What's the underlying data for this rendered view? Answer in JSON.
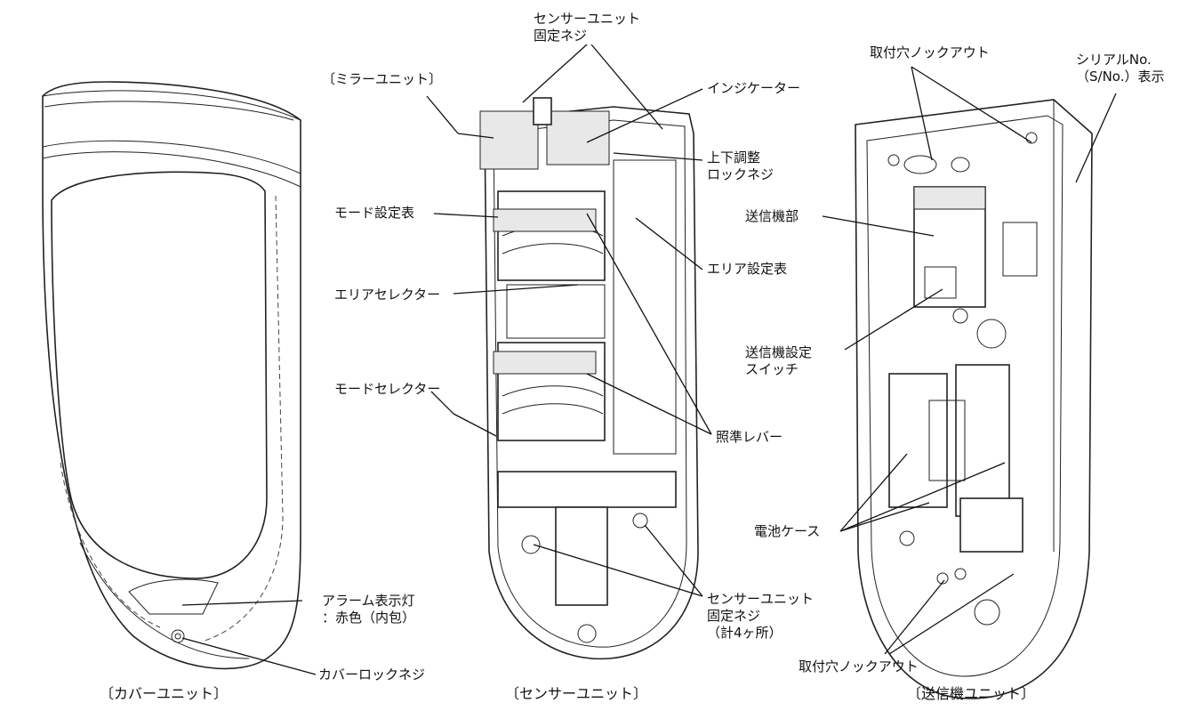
{
  "diagram": {
    "units": [
      {
        "caption": "〔カバーユニット〕"
      },
      {
        "caption": "〔センサーユニット〕"
      },
      {
        "caption": "〔送信機ユニット〕"
      }
    ],
    "cover_labels": {
      "alarm_lamp": "アラーム表示灯\n：赤色（内包）",
      "cover_lock_screw": "カバーロックネジ"
    },
    "sensor_labels": {
      "sensor_fix_screw_top": "センサーユニット\n固定ネジ",
      "mirror_unit": "〔ミラーユニット〕",
      "indicator": "インジケーター",
      "vertical_adjust_lock": "上下調整\nロックネジ",
      "mode_table": "モード設定表",
      "area_table": "エリア設定表",
      "area_selector": "エリアセレクター",
      "mode_selector": "モードセレクター",
      "aiming_lever": "照準レバー",
      "sensor_fix_screw_bottom": "センサーユニット\n固定ネジ\n（計4ヶ所）"
    },
    "transmitter_labels": {
      "knockout_top": "取付穴ノックアウト",
      "serial_no": "シリアルNo.\n（S/No.）表示",
      "transmitter_section": "送信機部",
      "transmitter_switch": "送信機設定\nスイッチ",
      "battery_case": "電池ケース",
      "knockout_bottom": "取付穴ノックアウト"
    }
  }
}
